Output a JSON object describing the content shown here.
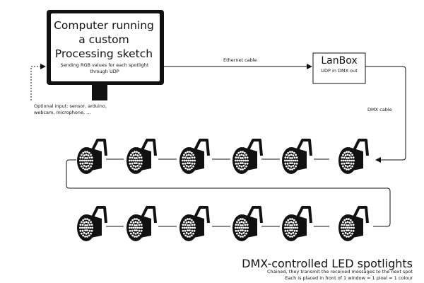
{
  "computer": {
    "title": "Computer running a custom Processing sketch",
    "subtitle": "Sending RGB values for each spotlight through UDP",
    "icon": "monitor-icon"
  },
  "lanbox": {
    "title": "LanBox",
    "subtitle": "UDP in DMX out"
  },
  "cables": {
    "ethernet": "Ethernet cable",
    "dmx": "DMX cable"
  },
  "optional_input": {
    "text": "Optional input: sensor, arduino, webcam, microphone, ..."
  },
  "spotlights": {
    "title": "DMX-controlled LED spotlights",
    "line1": "Chained, they transmit the received messages to the next spot",
    "line2": "Each is placed in front of 1 window = 1 pixel = 1 colour",
    "rows": [
      {
        "count": 6
      },
      {
        "count": 6
      }
    ],
    "icon": "led-spotlight-icon"
  }
}
